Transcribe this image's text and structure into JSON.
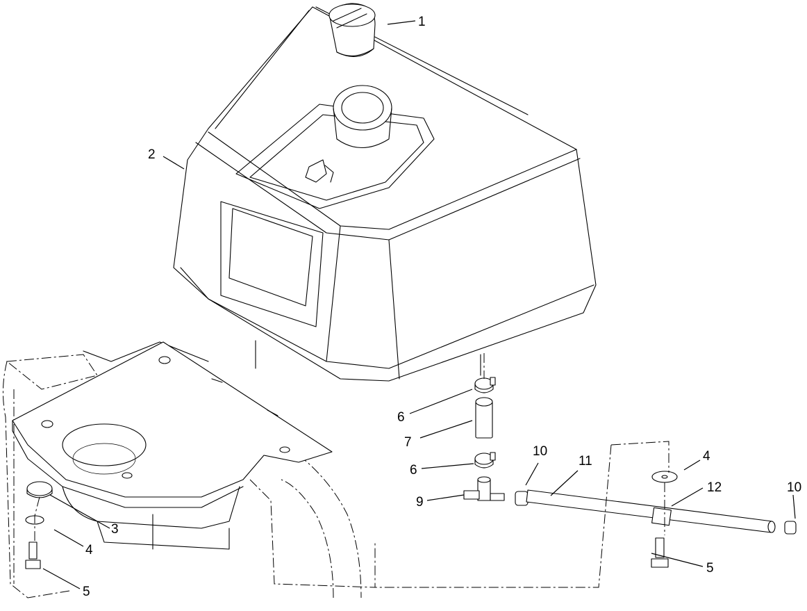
{
  "callouts": [
    {
      "id": "c1",
      "text": "1"
    },
    {
      "id": "c2",
      "text": "2"
    },
    {
      "id": "c3",
      "text": "3"
    },
    {
      "id": "c4a",
      "text": "4"
    },
    {
      "id": "c4b",
      "text": "4"
    },
    {
      "id": "c5a",
      "text": "5"
    },
    {
      "id": "c5b",
      "text": "5"
    },
    {
      "id": "c6a",
      "text": "6"
    },
    {
      "id": "c6b",
      "text": "6"
    },
    {
      "id": "c7",
      "text": "7"
    },
    {
      "id": "c9",
      "text": "9"
    },
    {
      "id": "c10a",
      "text": "10"
    },
    {
      "id": "c10b",
      "text": "10"
    },
    {
      "id": "c11",
      "text": "11"
    },
    {
      "id": "c12",
      "text": "12"
    }
  ]
}
